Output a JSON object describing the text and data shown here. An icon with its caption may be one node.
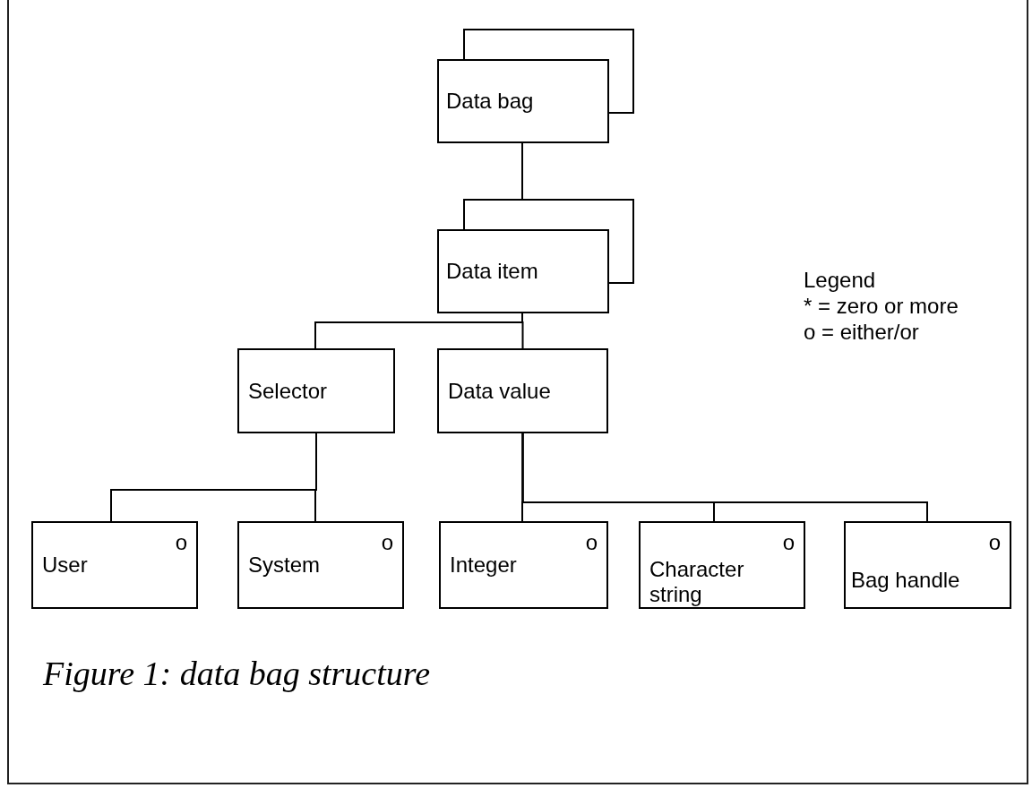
{
  "diagram": {
    "caption": "Figure 1: data bag structure",
    "nodes": [
      {
        "text": [
          "Data bag"
        ]
      },
      {
        "text": [
          "Data item"
        ]
      },
      {
        "text": [
          "Selector"
        ]
      },
      {
        "text": [
          "Data value"
        ]
      },
      {
        "text": [
          "User",
          "o"
        ]
      },
      {
        "text": [
          "System",
          "o"
        ]
      },
      {
        "text": [
          "Integer",
          "o"
        ]
      },
      {
        "text": [
          "Character string",
          "o"
        ]
      },
      {
        "text": [
          "Bag handle",
          "o"
        ]
      }
    ],
    "edges": [
      {
        "from": 0,
        "to": 1,
        "arrow": "none"
      },
      {
        "from": 1,
        "to": 2,
        "arrow": "none"
      },
      {
        "from": 1,
        "to": 3,
        "arrow": "none"
      },
      {
        "from": 2,
        "to": 4,
        "arrow": "none"
      },
      {
        "from": 2,
        "to": 5,
        "arrow": "none"
      },
      {
        "from": 3,
        "to": 6,
        "arrow": "none"
      },
      {
        "from": 3,
        "to": 7,
        "arrow": "none"
      },
      {
        "from": 3,
        "to": 8,
        "arrow": "none"
      }
    ],
    "labels": [
      "Legend"
    ],
    "legend": [
      {
        "text": "* = zero or more"
      },
      {
        "text": "o = either/or"
      }
    ]
  }
}
